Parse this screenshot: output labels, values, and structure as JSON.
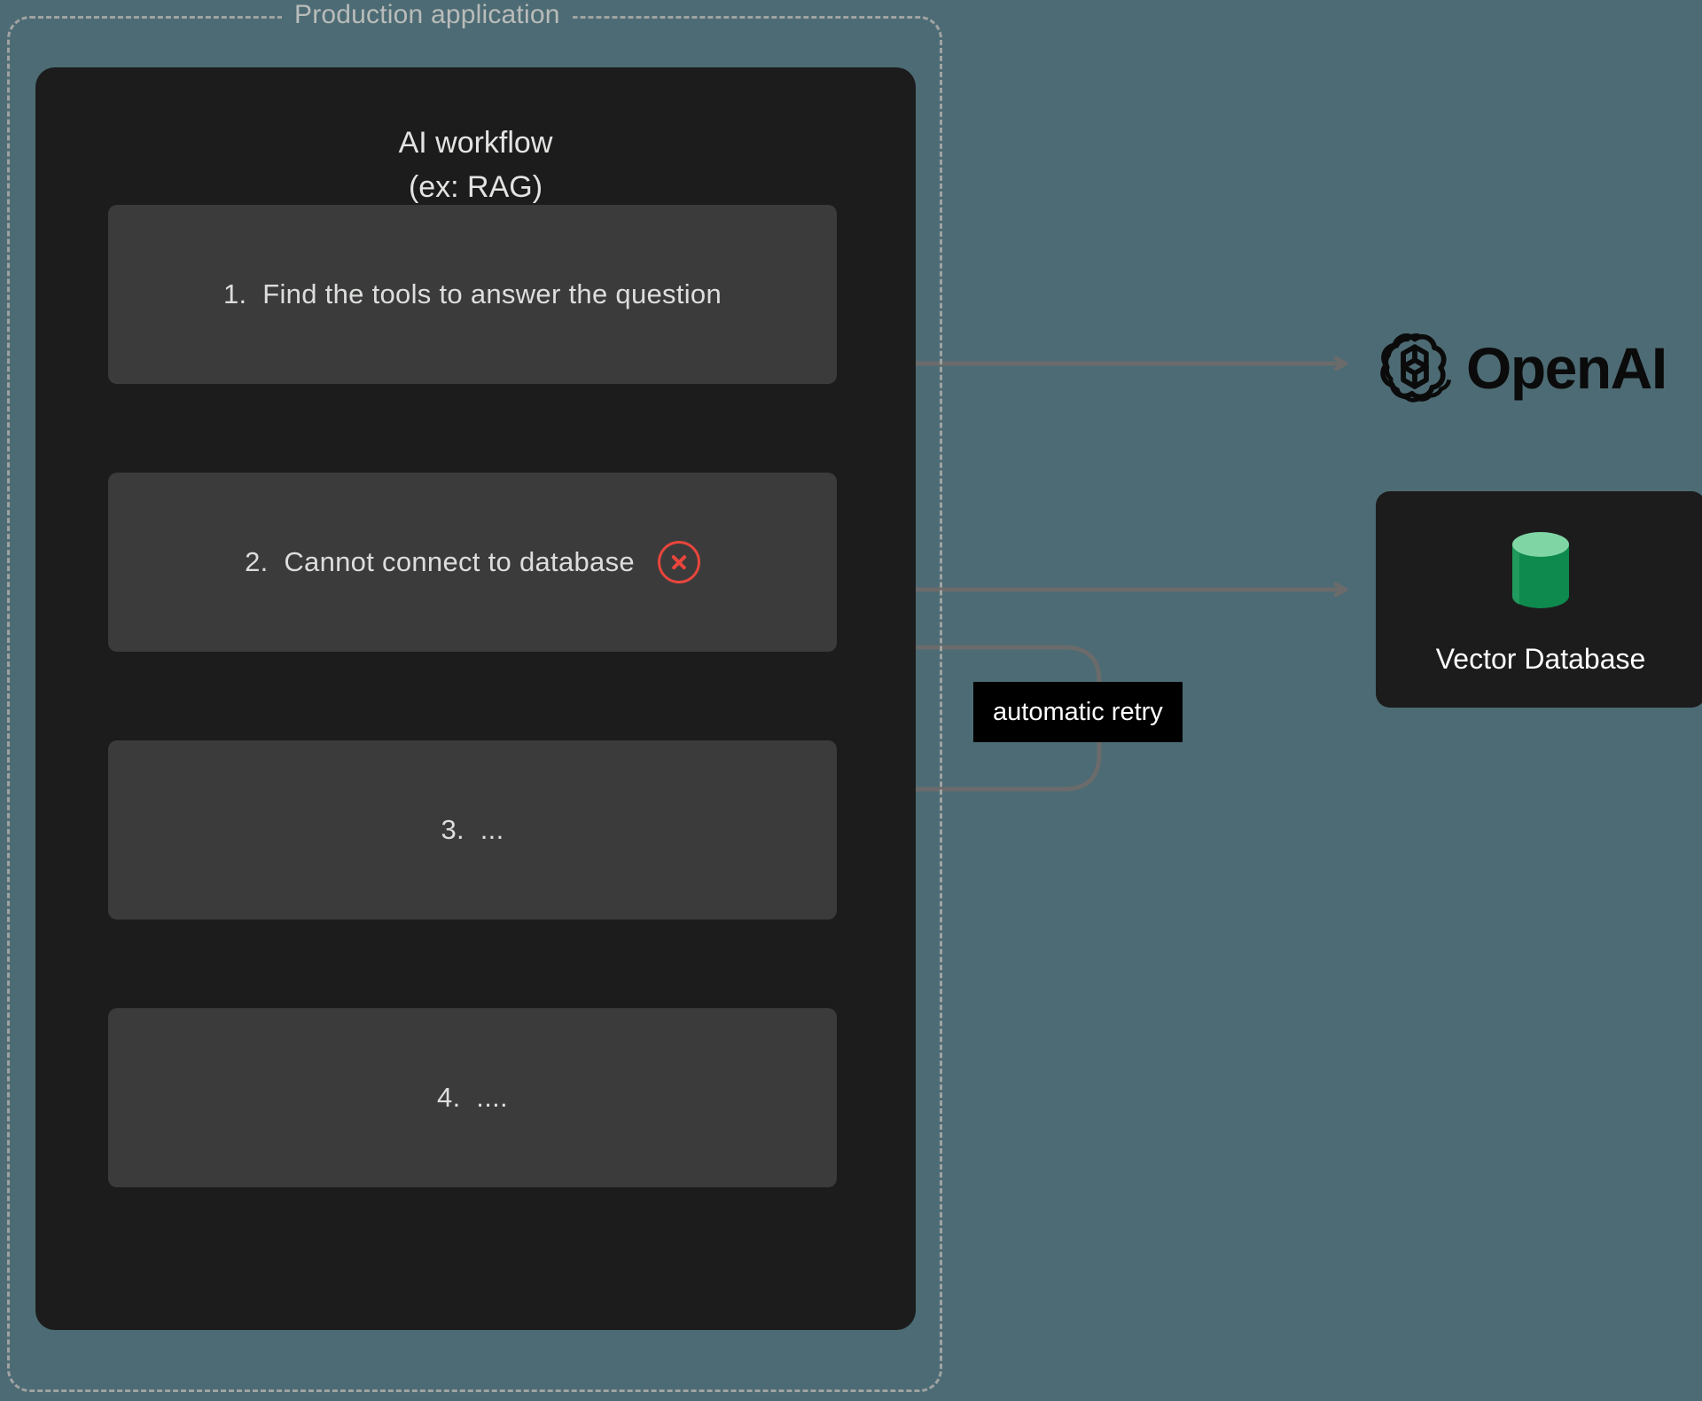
{
  "boundary": {
    "title": "Production application",
    "style": "dashed",
    "color": "#9fa3a1"
  },
  "workflow": {
    "heading": "AI workflow\n(ex: RAG)",
    "panel_color": "#1c1c1c",
    "steps": [
      {
        "id": "step-1",
        "label": "1.  Find the tools to answer the question",
        "status": "ok"
      },
      {
        "id": "step-2",
        "label": "2.  Cannot connect to database",
        "status": "error",
        "error_icon": "circle-x-icon",
        "error_color": "#e8453c"
      },
      {
        "id": "step-3",
        "label": "3.  ...",
        "status": "ok"
      },
      {
        "id": "step-4",
        "label": "4.  ....",
        "status": "ok"
      }
    ]
  },
  "services": {
    "openai": {
      "name": "OpenAI",
      "icon": "openai-knot-icon",
      "color": "#0b0b0b"
    },
    "vector_database": {
      "name": "Vector Database",
      "icon": "database-cylinder-icon",
      "icon_top_color": "#7fd6a4",
      "icon_body_color": "#0e8a4e",
      "card_color": "#1c1c1c"
    }
  },
  "annotations": {
    "retry_label": "automatic retry",
    "retry_label_bg": "#000000"
  },
  "connectors": {
    "color": "#6b6b6b",
    "step1_to_openai": "bidirectional",
    "step2_to_vectordb": "bidirectional",
    "retry_loop": "step-2 back to step-2"
  },
  "canvas": {
    "background": "#4d6b74"
  }
}
